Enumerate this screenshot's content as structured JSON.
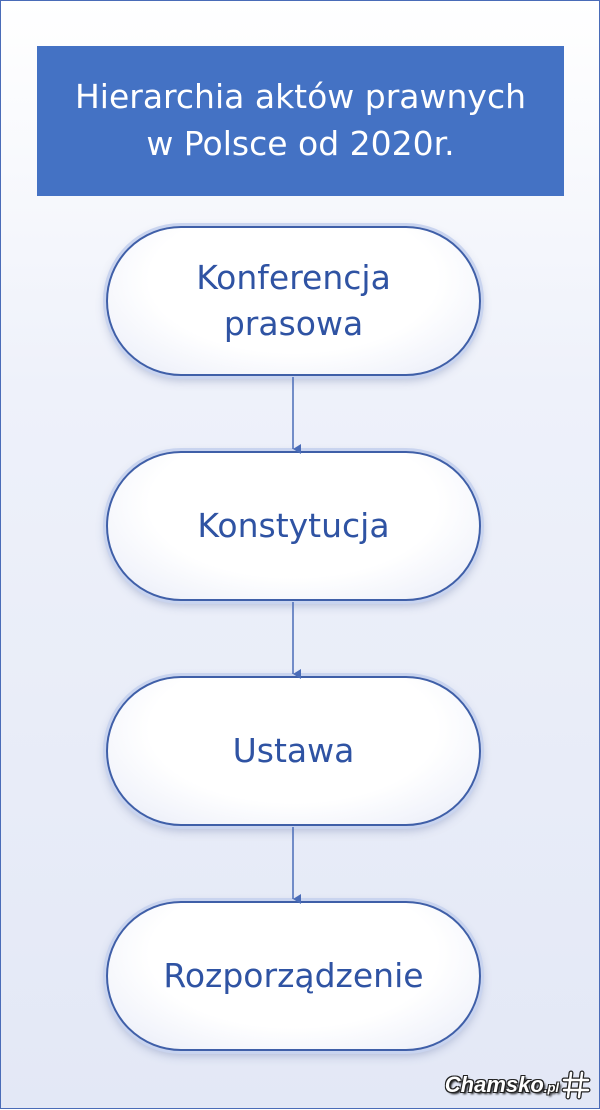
{
  "title": {
    "line1": "Hierarchia aktów prawnych",
    "line2": "w Polsce od 2020r."
  },
  "nodes": [
    {
      "line1": "Konferencja",
      "line2": "prasowa"
    },
    {
      "line1": "Konstytucja",
      "line2": ""
    },
    {
      "line1": "Ustawa",
      "line2": ""
    },
    {
      "line1": "Rozporządzenie",
      "line2": ""
    }
  ],
  "watermark": {
    "text": "Chamsko",
    "suffix": ".pl"
  },
  "colors": {
    "title_bg": "#4472c4",
    "node_text": "#2f53a3",
    "node_border": "#3f5fa8",
    "connector": "#4a6cb8"
  }
}
